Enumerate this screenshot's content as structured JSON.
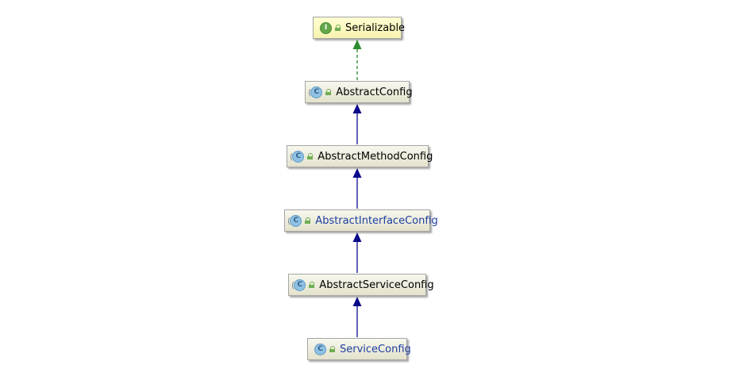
{
  "diagram": {
    "nodes": [
      {
        "id": "serializable",
        "label": "Serializable",
        "kind": "interface",
        "kind_letter": "I",
        "label_color": "#000000"
      },
      {
        "id": "abstract-config",
        "label": "AbstractConfig",
        "kind": "abstract-class",
        "kind_letter": "C",
        "label_color": "#000000"
      },
      {
        "id": "abstract-method-config",
        "label": "AbstractMethodConfig",
        "kind": "abstract-class",
        "kind_letter": "C",
        "label_color": "#000000"
      },
      {
        "id": "abstract-interface-config",
        "label": "AbstractInterfaceConfig",
        "kind": "abstract-class",
        "kind_letter": "C",
        "label_color": "#1d3fa0"
      },
      {
        "id": "abstract-service-config",
        "label": "AbstractServiceConfig",
        "kind": "abstract-class",
        "kind_letter": "C",
        "label_color": "#000000"
      },
      {
        "id": "service-config",
        "label": "ServiceConfig",
        "kind": "class",
        "kind_letter": "C",
        "label_color": "#1d3fa0"
      }
    ],
    "edges": [
      {
        "from": "abstract-config",
        "to": "serializable",
        "relation": "implements",
        "style": "dashed",
        "color": "#2e8b2e"
      },
      {
        "from": "abstract-method-config",
        "to": "abstract-config",
        "relation": "extends",
        "style": "solid",
        "color": "#0a0a8a"
      },
      {
        "from": "abstract-interface-config",
        "to": "abstract-method-config",
        "relation": "extends",
        "style": "solid",
        "color": "#0a0a8a"
      },
      {
        "from": "abstract-service-config",
        "to": "abstract-interface-config",
        "relation": "extends",
        "style": "solid",
        "color": "#0a0a8a"
      },
      {
        "from": "service-config",
        "to": "abstract-service-config",
        "relation": "extends",
        "style": "solid",
        "color": "#0a0a8a"
      }
    ]
  }
}
